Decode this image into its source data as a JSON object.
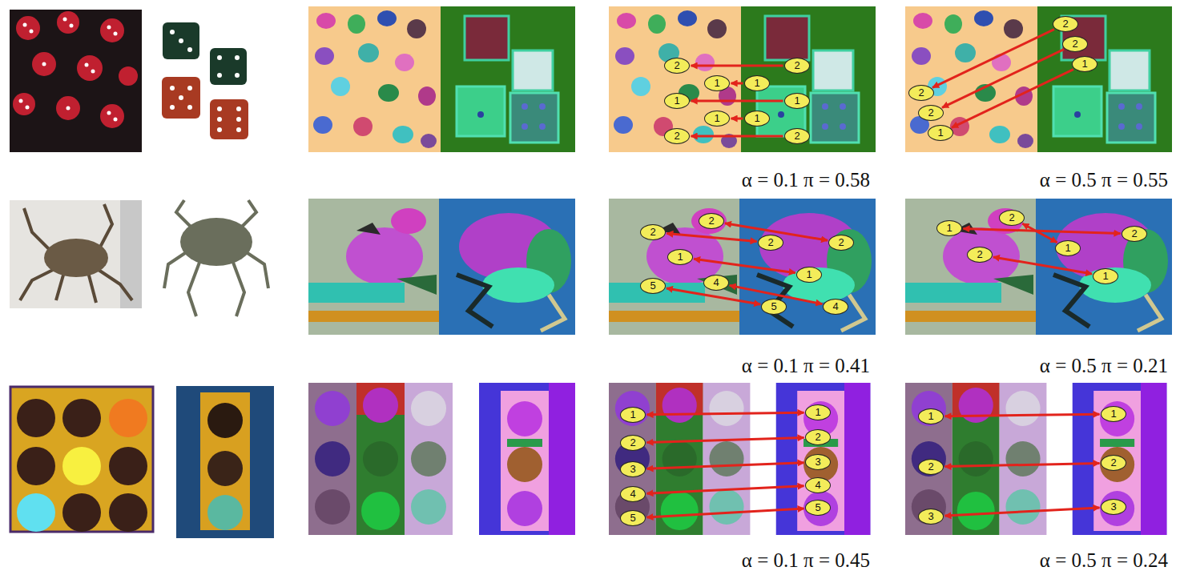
{
  "diagram": {
    "nodes": [
      {
        "text": [
          "2"
        ]
      },
      {
        "text": [
          "1"
        ]
      },
      {
        "text": [
          "1"
        ]
      },
      {
        "text": [
          "1"
        ]
      },
      {
        "text": [
          "2"
        ]
      },
      {
        "text": [
          "2"
        ]
      },
      {
        "text": [
          "1"
        ]
      },
      {
        "text": [
          "1"
        ]
      },
      {
        "text": [
          "1"
        ]
      },
      {
        "text": [
          "2"
        ]
      },
      {
        "text": [
          "2"
        ]
      },
      {
        "text": [
          "2"
        ]
      },
      {
        "text": [
          "1"
        ]
      },
      {
        "text": [
          "2"
        ]
      },
      {
        "text": [
          "2"
        ]
      },
      {
        "text": [
          "1"
        ]
      },
      {
        "text": [
          "2"
        ]
      },
      {
        "text": [
          "2"
        ]
      },
      {
        "text": [
          "1"
        ]
      },
      {
        "text": [
          "5"
        ]
      },
      {
        "text": [
          "4"
        ]
      },
      {
        "text": [
          "2"
        ]
      },
      {
        "text": [
          "2"
        ]
      },
      {
        "text": [
          "1"
        ]
      },
      {
        "text": [
          "5"
        ]
      },
      {
        "text": [
          "4"
        ]
      },
      {
        "text": [
          "1"
        ]
      },
      {
        "text": [
          "2"
        ]
      },
      {
        "text": [
          "2"
        ]
      },
      {
        "text": [
          "2"
        ]
      },
      {
        "text": [
          "1"
        ]
      },
      {
        "text": [
          "1"
        ]
      },
      {
        "text": [
          "1"
        ]
      },
      {
        "text": [
          "2"
        ]
      },
      {
        "text": [
          "3"
        ]
      },
      {
        "text": [
          "4"
        ]
      },
      {
        "text": [
          "5"
        ]
      },
      {
        "text": [
          "1"
        ]
      },
      {
        "text": [
          "2"
        ]
      },
      {
        "text": [
          "3"
        ]
      },
      {
        "text": [
          "4"
        ]
      },
      {
        "text": [
          "5"
        ]
      },
      {
        "text": [
          "1"
        ]
      },
      {
        "text": [
          "2"
        ]
      },
      {
        "text": [
          "3"
        ]
      },
      {
        "text": [
          "1"
        ]
      },
      {
        "text": [
          "2"
        ]
      },
      {
        "text": [
          "3"
        ]
      }
    ],
    "edges": [
      {
        "from": 5,
        "to": 0,
        "arrow": "to"
      },
      {
        "from": 6,
        "to": 1,
        "arrow": "to"
      },
      {
        "from": 7,
        "to": 2,
        "arrow": "to"
      },
      {
        "from": 8,
        "to": 3,
        "arrow": "to"
      },
      {
        "from": 9,
        "to": 4,
        "arrow": "to"
      },
      {
        "from": 13,
        "to": 10,
        "arrow": "to"
      },
      {
        "from": 14,
        "to": 11,
        "arrow": "to"
      },
      {
        "from": 15,
        "to": 12,
        "arrow": "to"
      },
      {
        "from": 16,
        "to": 21,
        "arrow": "both"
      },
      {
        "from": 17,
        "to": 22,
        "arrow": "both"
      },
      {
        "from": 18,
        "to": 23,
        "arrow": "both"
      },
      {
        "from": 19,
        "to": 24,
        "arrow": "both"
      },
      {
        "from": 20,
        "to": 25,
        "arrow": "both"
      },
      {
        "from": 26,
        "to": 29,
        "arrow": "both"
      },
      {
        "from": 27,
        "to": 30,
        "arrow": "both"
      },
      {
        "from": 28,
        "to": 31,
        "arrow": "both"
      },
      {
        "from": 32,
        "to": 37,
        "arrow": "both"
      },
      {
        "from": 33,
        "to": 38,
        "arrow": "both"
      },
      {
        "from": 34,
        "to": 39,
        "arrow": "both"
      },
      {
        "from": 35,
        "to": 40,
        "arrow": "both"
      },
      {
        "from": 36,
        "to": 41,
        "arrow": "both"
      },
      {
        "from": 42,
        "to": 45,
        "arrow": "both"
      },
      {
        "from": 43,
        "to": 46,
        "arrow": "both"
      },
      {
        "from": 44,
        "to": 47,
        "arrow": "both"
      }
    ],
    "labels": [
      "α = 0.1 π = 0.58",
      "α = 0.5 π = 0.55",
      "α = 0.1 π = 0.41",
      "α = 0.5 π = 0.21",
      "α = 0.1 π = 0.45",
      "α = 0.5 π = 0.24"
    ]
  }
}
